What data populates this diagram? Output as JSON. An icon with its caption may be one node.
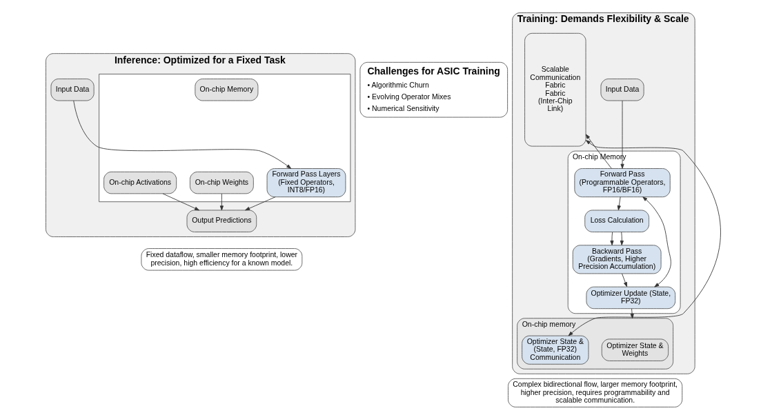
{
  "diagram": {
    "nodes": [
      {
        "text": [
          "Inference: Optimized for a Fixed Task"
        ]
      },
      {
        "text": [
          "Input Data"
        ],
        "in": 0
      },
      {
        "text": [],
        "shape": "box",
        "in": 0
      },
      {
        "text": [
          "On-chip Memory"
        ],
        "in": 2
      },
      {
        "text": [
          "Forward Pass Layers (Fixed Operators, INT8/FP16)"
        ],
        "in": 2
      },
      {
        "text": [
          "On-chip Weights"
        ],
        "in": 2
      },
      {
        "text": [
          "On-chip Activations"
        ],
        "in": 2
      },
      {
        "text": [
          "Output Predictions"
        ],
        "in": 0
      },
      {
        "text": [
          "Fixed dataflow, smaller memory footprint, lower precision, high efficiency for a known model."
        ]
      },
      {
        "text": [
          "Challenges for ASIC Training",
          "• Algorithmic Churn",
          "• Evolving Operator Mixes",
          "• Numerical Sensitivity"
        ]
      },
      {
        "text": [
          "Training: Demands Flexibility & Scale"
        ]
      },
      {
        "text": [
          "Input Data"
        ],
        "in": 10
      },
      {
        "text": [
          "On-chip Memory"
        ],
        "in": 10
      },
      {
        "text": [
          "Forward Pass (Programmable Operators, FP16/BF16)"
        ],
        "in": 12
      },
      {
        "text": [
          "Loss Calculation"
        ],
        "in": 12
      },
      {
        "text": [
          "Backward Pass (Gradients, Higher Precision Accumulation)"
        ],
        "in": 12
      },
      {
        "text": [
          "Optimizer Update (State, FP32)"
        ],
        "in": 12
      },
      {
        "text": [
          "On-chip memory"
        ],
        "in": 10
      },
      {
        "text": [
          "Optimizer State & Weights"
        ],
        "in": 17
      },
      {
        "text": [
          "Optimizer State & (State, FP32) Communication"
        ],
        "in": 17
      },
      {
        "text": [
          "Scalable Communication Fabric Fabric (Inter-Chip Link)"
        ],
        "in": 10
      },
      {
        "text": [
          "Complex bidirectional flow, larger memory footprint, higher precision, requires programmability and scalable communication."
        ]
      }
    ],
    "edges": [
      {
        "from": 1,
        "to": 4,
        "arrow": "to"
      },
      {
        "from": 4,
        "to": 7,
        "arrow": "to"
      },
      {
        "from": 5,
        "to": 7,
        "arrow": "to"
      },
      {
        "from": 6,
        "to": 7,
        "arrow": "to"
      },
      {
        "from": 11,
        "to": 13,
        "arrow": "to"
      },
      {
        "from": 13,
        "to": 14,
        "arrow": "to"
      },
      {
        "from": 14,
        "to": 15,
        "arrow": "to"
      },
      {
        "from": 14,
        "to": 15,
        "arrow": "to"
      },
      {
        "from": 15,
        "to": 16,
        "arrow": "to"
      },
      {
        "from": 13,
        "to": 16,
        "arrow": "both"
      },
      {
        "from": 16,
        "to": 17,
        "arrow": "to"
      },
      {
        "from": 13,
        "to": 20,
        "arrow": "to"
      },
      {
        "from": 19,
        "to": 20,
        "arrow": "both"
      }
    ]
  }
}
